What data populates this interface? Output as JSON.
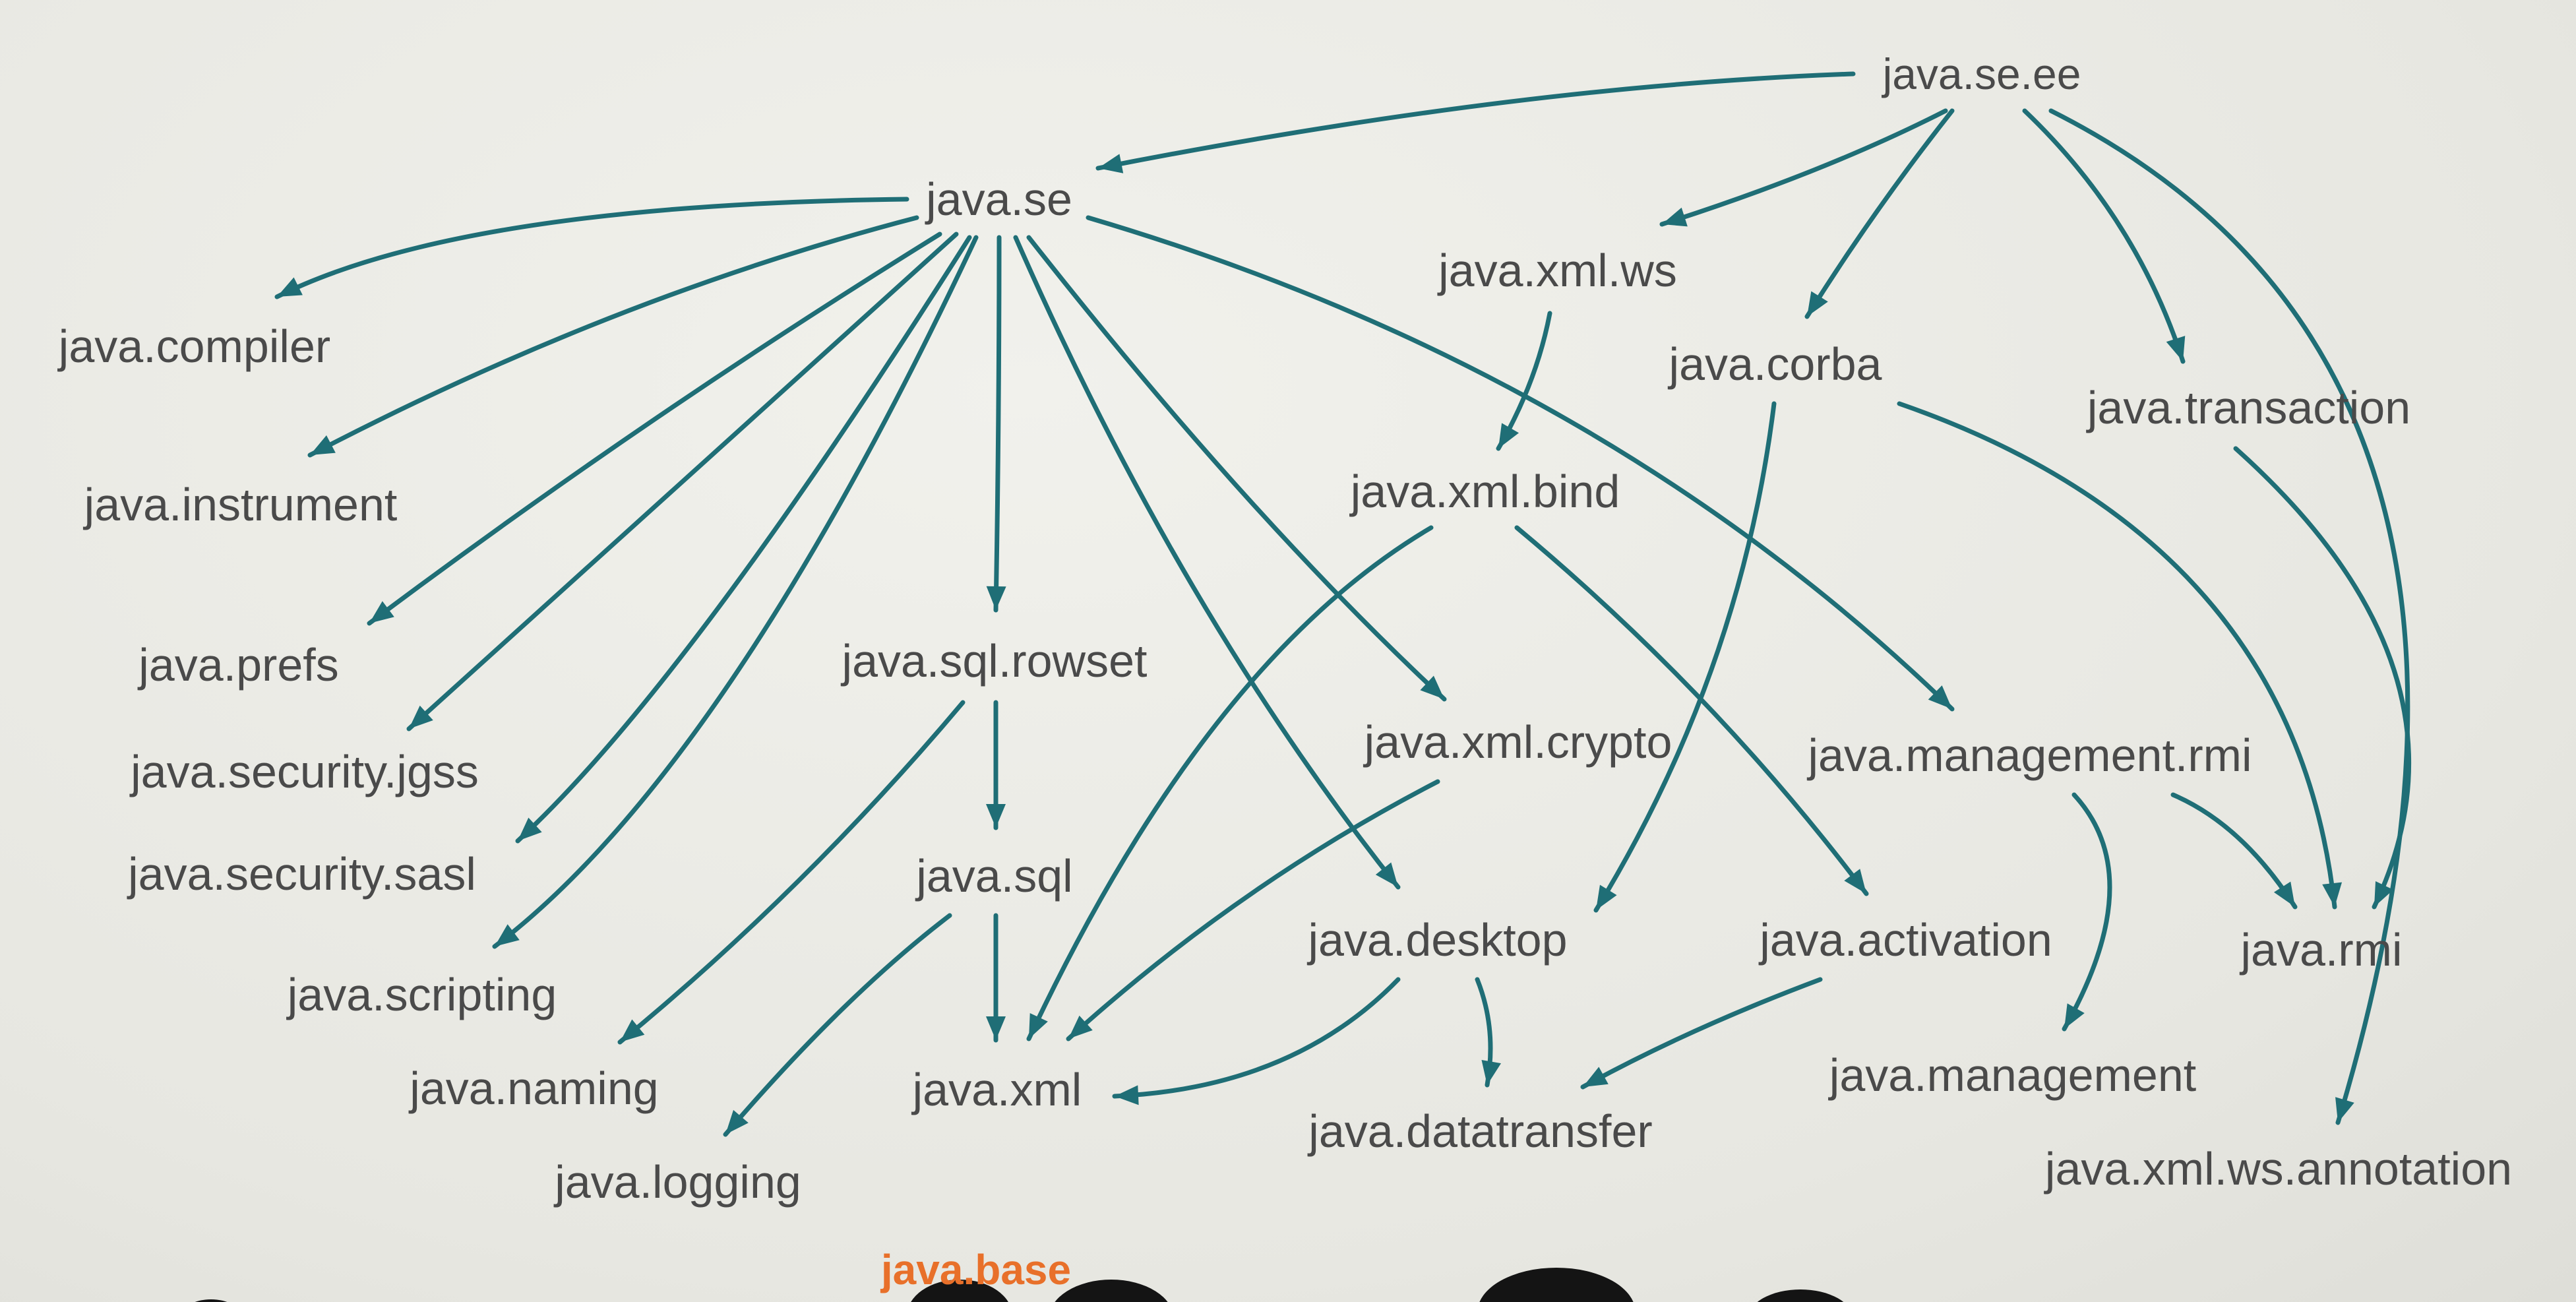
{
  "diagram": {
    "nodes": [
      {
        "id": "java.se.ee",
        "label": "java.se.ee"
      },
      {
        "id": "java.se",
        "label": "java.se"
      },
      {
        "id": "java.compiler",
        "label": "java.compiler"
      },
      {
        "id": "java.instrument",
        "label": "java.instrument"
      },
      {
        "id": "java.prefs",
        "label": "java.prefs"
      },
      {
        "id": "java.security.jgss",
        "label": "java.security.jgss"
      },
      {
        "id": "java.security.sasl",
        "label": "java.security.sasl"
      },
      {
        "id": "java.scripting",
        "label": "java.scripting"
      },
      {
        "id": "java.naming",
        "label": "java.naming"
      },
      {
        "id": "java.logging",
        "label": "java.logging"
      },
      {
        "id": "java.sql.rowset",
        "label": "java.sql.rowset"
      },
      {
        "id": "java.sql",
        "label": "java.sql"
      },
      {
        "id": "java.xml",
        "label": "java.xml"
      },
      {
        "id": "java.xml.ws",
        "label": "java.xml.ws"
      },
      {
        "id": "java.xml.bind",
        "label": "java.xml.bind"
      },
      {
        "id": "java.xml.crypto",
        "label": "java.xml.crypto"
      },
      {
        "id": "java.desktop",
        "label": "java.desktop"
      },
      {
        "id": "java.datatransfer",
        "label": "java.datatransfer"
      },
      {
        "id": "java.corba",
        "label": "java.corba"
      },
      {
        "id": "java.activation",
        "label": "java.activation"
      },
      {
        "id": "java.management.rmi",
        "label": "java.management.rmi"
      },
      {
        "id": "java.management",
        "label": "java.management"
      },
      {
        "id": "java.transaction",
        "label": "java.transaction"
      },
      {
        "id": "java.rmi",
        "label": "java.rmi"
      },
      {
        "id": "java.xml.ws.annotation",
        "label": "java.xml.ws.annotation"
      },
      {
        "id": "java.base",
        "label": "java.base"
      }
    ],
    "edges": [
      {
        "from": "java.se.ee",
        "to": "java.se"
      },
      {
        "from": "java.se.ee",
        "to": "java.xml.ws"
      },
      {
        "from": "java.se.ee",
        "to": "java.corba"
      },
      {
        "from": "java.se.ee",
        "to": "java.transaction"
      },
      {
        "from": "java.se.ee",
        "to": "java.xml.ws.annotation"
      },
      {
        "from": "java.se",
        "to": "java.compiler"
      },
      {
        "from": "java.se",
        "to": "java.instrument"
      },
      {
        "from": "java.se",
        "to": "java.prefs"
      },
      {
        "from": "java.se",
        "to": "java.security.jgss"
      },
      {
        "from": "java.se",
        "to": "java.security.sasl"
      },
      {
        "from": "java.se",
        "to": "java.scripting"
      },
      {
        "from": "java.se",
        "to": "java.sql.rowset"
      },
      {
        "from": "java.se",
        "to": "java.desktop"
      },
      {
        "from": "java.se",
        "to": "java.xml.crypto"
      },
      {
        "from": "java.se",
        "to": "java.management.rmi"
      },
      {
        "from": "java.xml.ws",
        "to": "java.xml.bind"
      },
      {
        "from": "java.xml.bind",
        "to": "java.xml"
      },
      {
        "from": "java.xml.bind",
        "to": "java.activation"
      },
      {
        "from": "java.sql.rowset",
        "to": "java.sql"
      },
      {
        "from": "java.sql.rowset",
        "to": "java.naming"
      },
      {
        "from": "java.sql",
        "to": "java.xml"
      },
      {
        "from": "java.sql",
        "to": "java.logging"
      },
      {
        "from": "java.xml.crypto",
        "to": "java.xml"
      },
      {
        "from": "java.desktop",
        "to": "java.xml"
      },
      {
        "from": "java.desktop",
        "to": "java.datatransfer"
      },
      {
        "from": "java.activation",
        "to": "java.datatransfer"
      },
      {
        "from": "java.corba",
        "to": "java.desktop"
      },
      {
        "from": "java.corba",
        "to": "java.rmi"
      },
      {
        "from": "java.transaction",
        "to": "java.rmi"
      },
      {
        "from": "java.management.rmi",
        "to": "java.rmi"
      },
      {
        "from": "java.management.rmi",
        "to": "java.management"
      }
    ]
  }
}
